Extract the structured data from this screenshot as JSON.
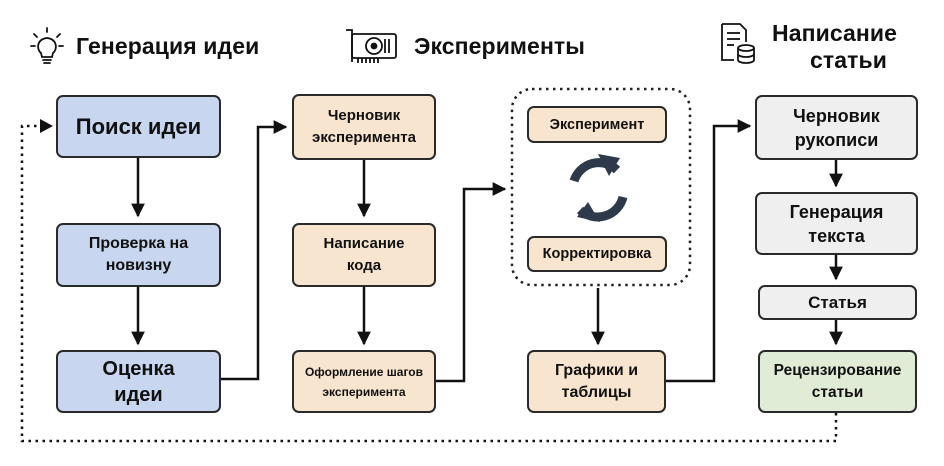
{
  "headers": {
    "idea": "Генерация идеи",
    "experiments": "Эксперименты",
    "paper": "Написание статьи",
    "paper_line1": "Написание",
    "paper_line2": "статьи"
  },
  "icons": {
    "idea": "lightbulb-icon",
    "experiments": "gpu-card-icon",
    "paper": "document-database-icon",
    "loop": "refresh-cycle-icon"
  },
  "colors": {
    "idea": "#c8d6ef",
    "experiments": "#f8e5cf",
    "writing": "#efefef",
    "review": "#e0ecd6",
    "loop_icon": "#2e3a4c"
  },
  "idea_column": {
    "search": "Поиск идеи",
    "novelty_line1": "Проверка на",
    "novelty_line2": "новизну",
    "score_line1": "Оценка",
    "score_line2": "идеи"
  },
  "experiment_column": {
    "draft_line1": "Черновик",
    "draft_line2": "эксперимента",
    "code_line1": "Написание",
    "code_line2": "кода",
    "steps_line1": "Оформление шагов",
    "steps_line2": "эксперимента"
  },
  "loop": {
    "experiment": "Эксперимент",
    "correction": "Корректировка"
  },
  "results": {
    "line1": "Графики и",
    "line2": "таблицы"
  },
  "paper_column": {
    "draft_line1": "Черновик",
    "draft_line2": "рукописи",
    "gen_line1": "Генерация",
    "gen_line2": "текста",
    "article": "Статья",
    "review_line1": "Рецензирование",
    "review_line2": "статьи"
  }
}
